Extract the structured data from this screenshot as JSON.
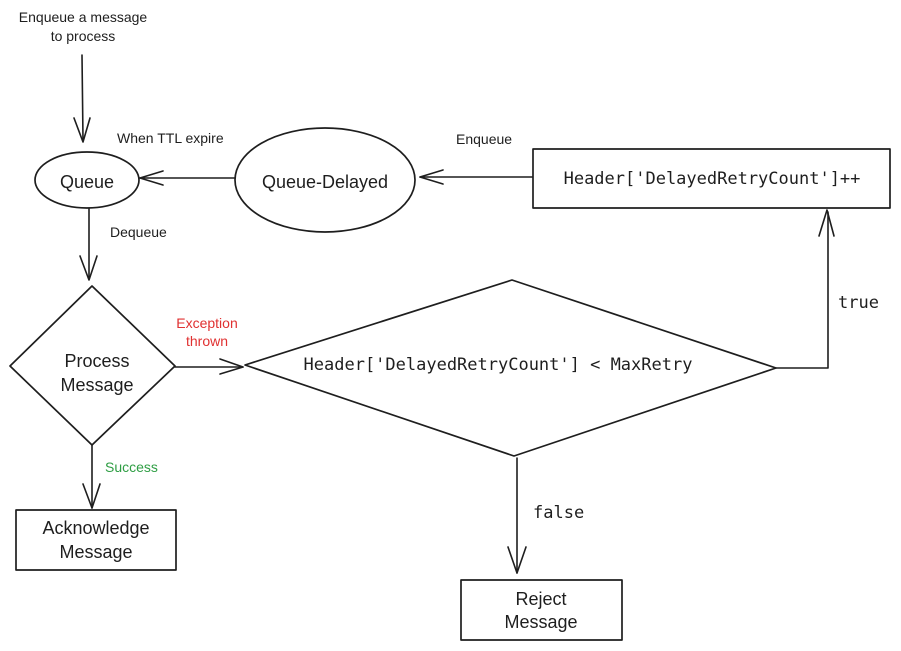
{
  "nodes": {
    "enqueue_start": {
      "line1": "Enqueue a message",
      "line2": "to process"
    },
    "queue": "Queue",
    "queue_delayed": "Queue-Delayed",
    "increment": "Header['DelayedRetryCount']++",
    "process": {
      "line1": "Process",
      "line2": "Message"
    },
    "condition": "Header['DelayedRetryCount'] < MaxRetry",
    "acknowledge": {
      "line1": "Acknowledge",
      "line2": "Message"
    },
    "reject": {
      "line1": "Reject",
      "line2": "Message"
    }
  },
  "edges": {
    "ttl": "When TTL expire",
    "enqueue": "Enqueue",
    "dequeue": "Dequeue",
    "exception": {
      "line1": "Exception",
      "line2": "thrown",
      "color": "#e03131"
    },
    "success": {
      "label": "Success",
      "color": "#2f9e44"
    },
    "true": "true",
    "false": "false"
  }
}
